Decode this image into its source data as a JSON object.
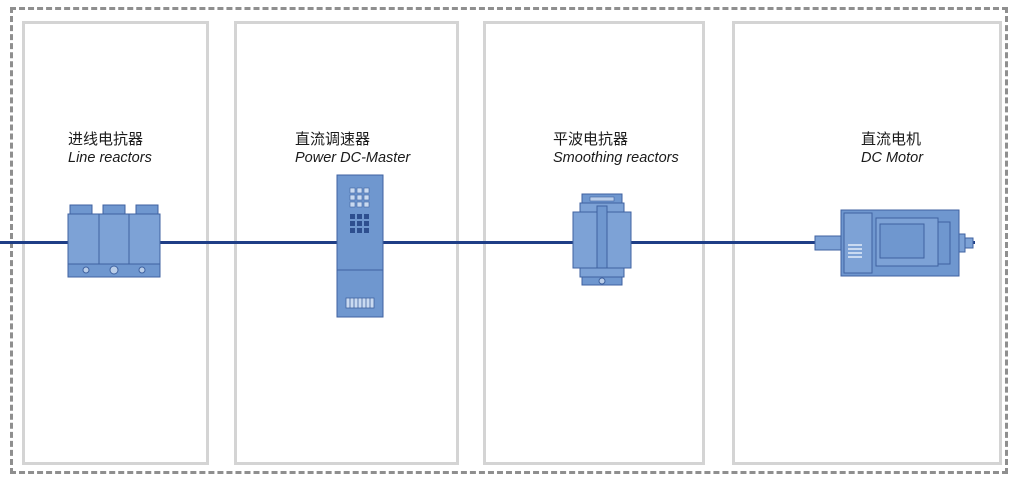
{
  "colors": {
    "bus_line": "#1f3e86",
    "device_fill": "#6f97cf",
    "device_stroke": "#3f62a0",
    "panel_border": "#d4d4d4",
    "outer_dashed_border": "#8f8f8f"
  },
  "components": [
    {
      "name_zh": "进线电抗器",
      "name_en": "Line reactors",
      "icon": "line-reactor-icon"
    },
    {
      "name_zh": "直流调速器",
      "name_en": "Power DC-Master",
      "icon": "dc-drive-icon"
    },
    {
      "name_zh": "平波电抗器",
      "name_en": "Smoothing reactors",
      "icon": "smoothing-reactor-icon"
    },
    {
      "name_zh": "直流电机",
      "name_en": "DC Motor",
      "icon": "dc-motor-icon"
    }
  ]
}
